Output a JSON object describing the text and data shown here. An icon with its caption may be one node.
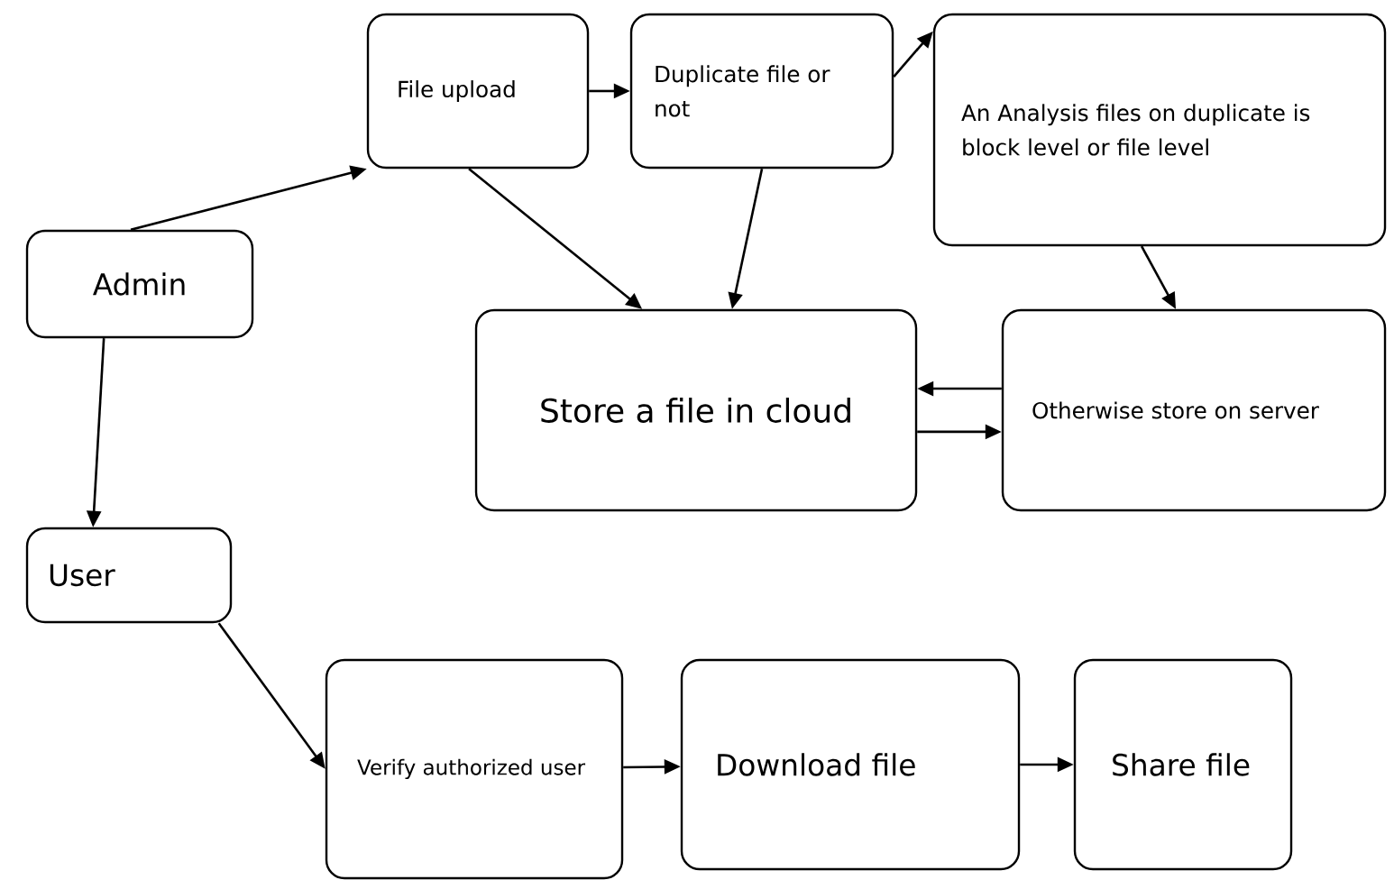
{
  "diagram": {
    "nodes": [
      {
        "text": [
          "Admin"
        ]
      },
      {
        "text": [
          "File upload"
        ]
      },
      {
        "text": [
          "Duplicate file or not"
        ]
      },
      {
        "text": [
          "An Analysis files on duplicate is block level or file level"
        ]
      },
      {
        "text": [
          "Store a file in cloud"
        ]
      },
      {
        "text": [
          "Otherwise store on server"
        ]
      },
      {
        "text": [
          "User"
        ]
      },
      {
        "text": [
          "Verify authorized user"
        ]
      },
      {
        "text": [
          "Download file"
        ]
      },
      {
        "text": [
          "Share file"
        ]
      }
    ],
    "edges": [
      {
        "from": 0,
        "to": 1,
        "arrow": "to"
      },
      {
        "from": 1,
        "to": 2,
        "arrow": "to"
      },
      {
        "from": 2,
        "to": 3,
        "arrow": "to"
      },
      {
        "from": 1,
        "to": 4,
        "arrow": "to"
      },
      {
        "from": 2,
        "to": 4,
        "arrow": "to"
      },
      {
        "from": 3,
        "to": 5,
        "arrow": "to"
      },
      {
        "from": 5,
        "to": 4,
        "arrow": "to"
      },
      {
        "from": 4,
        "to": 5,
        "arrow": "to"
      },
      {
        "from": 0,
        "to": 6,
        "arrow": "to"
      },
      {
        "from": 6,
        "to": 7,
        "arrow": "to"
      },
      {
        "from": 7,
        "to": 8,
        "arrow": "to"
      },
      {
        "from": 8,
        "to": 9,
        "arrow": "to"
      }
    ]
  }
}
